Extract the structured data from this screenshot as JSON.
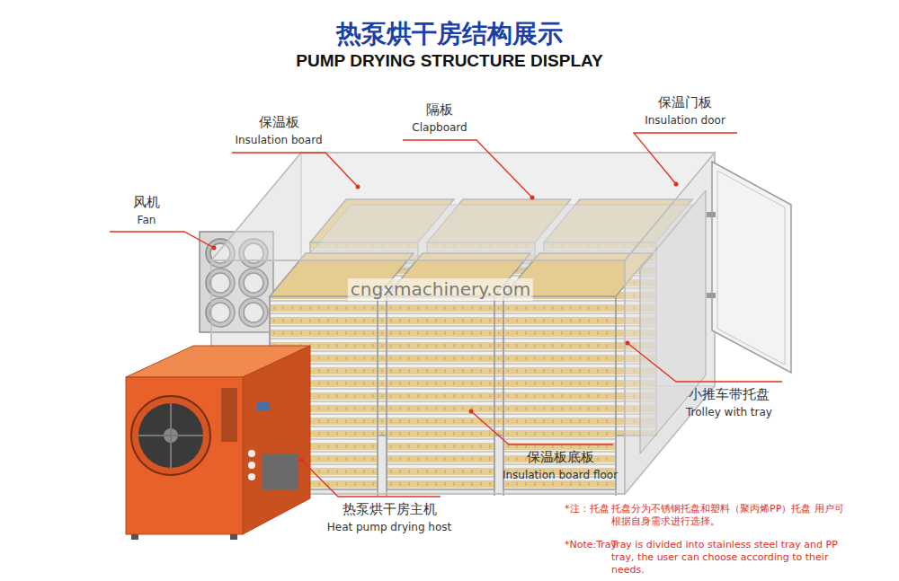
{
  "diagram": {
    "title": "热泵烘干房结构展示",
    "labels": [
      "PUMP DRYING STRUCTURE DISPLAY",
      "保温板",
      "Insulation board",
      "隔板",
      "Clapboard",
      "保温门板",
      "Insulation door",
      "风机",
      "Fan",
      "小推车带托盘",
      "Trolley with tray",
      "保温板底板",
      "Insulation board floor",
      "热泵烘干房主机",
      "Heat pump drying host",
      "*注：托盘",
      "托盘分为不锈钢托盘和塑料（聚丙烯PP）托盘 用户可根据自身需求进行选择。",
      "*Note:Tray",
      "Tray is divided into stainless steel tray and PP tray, the user can choose according to their needs.",
      "cngxmachinery.com"
    ]
  }
}
